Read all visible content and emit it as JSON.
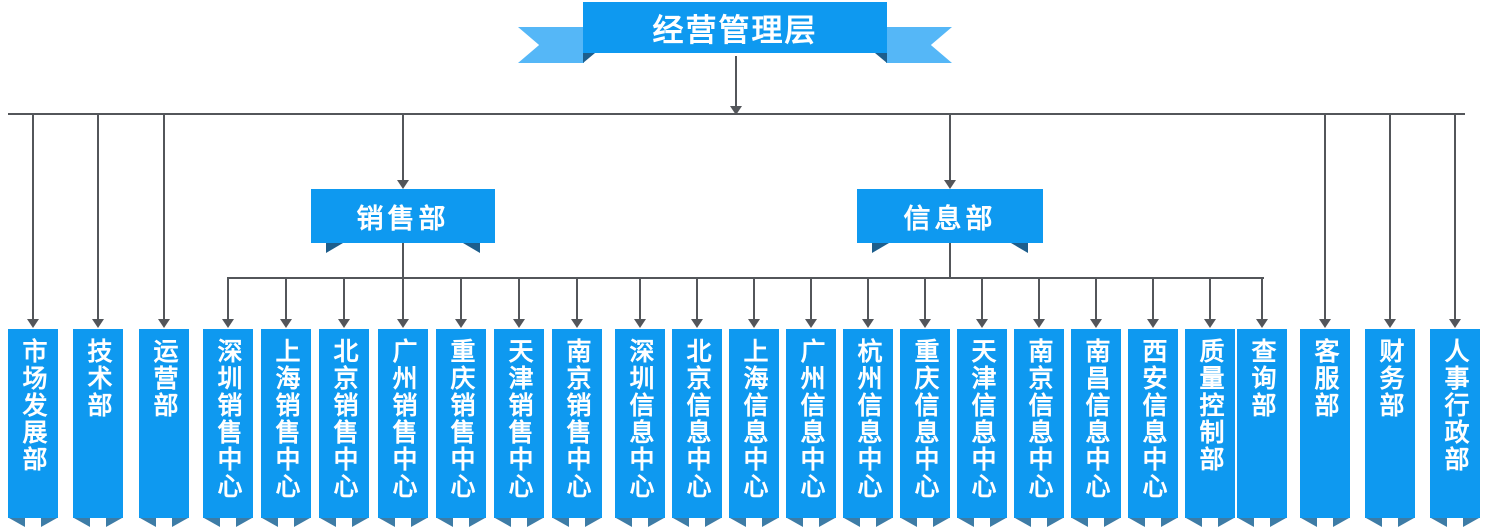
{
  "org_chart": {
    "title_node": {
      "label": "经营管理层"
    },
    "level2": [
      {
        "label": "销售部",
        "children": [
          "深圳销售中心",
          "上海销售中心",
          "北京销售中心",
          "广州销售中心",
          "重庆销售中心",
          "天津销售中心",
          "南京销售中心"
        ]
      },
      {
        "label": "信息部",
        "children": [
          "深圳信息中心",
          "北京信息中心",
          "上海信息中心",
          "广州信息中心",
          "杭州信息中心",
          "重庆信息中心",
          "天津信息中心",
          "南京信息中心",
          "南昌信息中心",
          "西安信息中心",
          "质量控制部",
          "查询部"
        ]
      }
    ],
    "direct_left": [
      "市场发展部",
      "技术部",
      "运营部"
    ],
    "direct_right": [
      "客服部",
      "财务部",
      "人事行政部"
    ],
    "colors": {
      "node_blue": "#0E99F0",
      "ribbon_tail_blue": "#55B7F7",
      "ribbon_fold_dark": "#1D5E8C",
      "leaf_fold_steel": "#3D7CA6",
      "connector_gray": "#53565A",
      "text_white": "#FFFFFF",
      "background": "#FFFFFF"
    }
  }
}
